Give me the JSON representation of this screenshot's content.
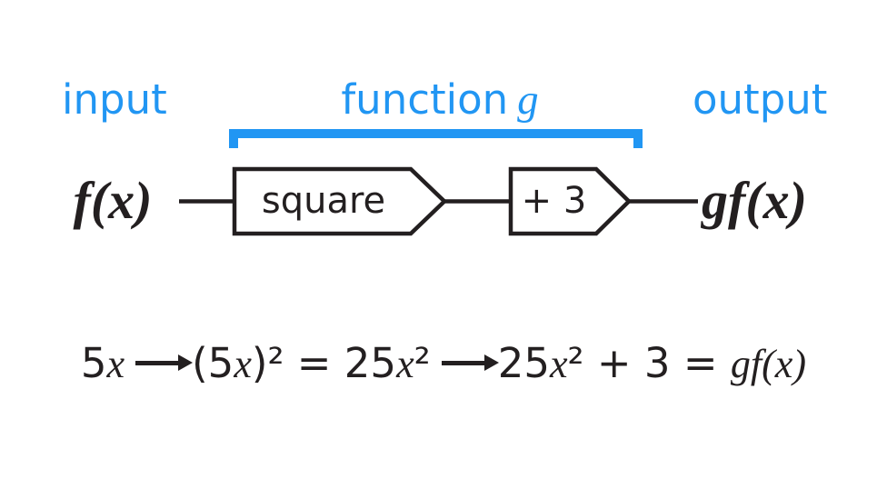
{
  "colors": {
    "accent_blue": "#2196f3",
    "ink": "#231f20",
    "background": "#ffffff"
  },
  "icons": {
    "flow_arrow": "right-arrow"
  },
  "header": {
    "input": "input",
    "function_word": "function",
    "function_symbol": "g",
    "output": "output"
  },
  "machine": {
    "input_expr": "f(x)",
    "box1_label": "square",
    "box2_label": "+ 3",
    "output_expr": "gf(x)"
  },
  "equation": {
    "tokens": [
      "5",
      "x",
      "(5",
      "x",
      ")² = 25",
      "x",
      "²",
      "25",
      "x",
      "² + 3 = ",
      "gf(x)"
    ]
  }
}
